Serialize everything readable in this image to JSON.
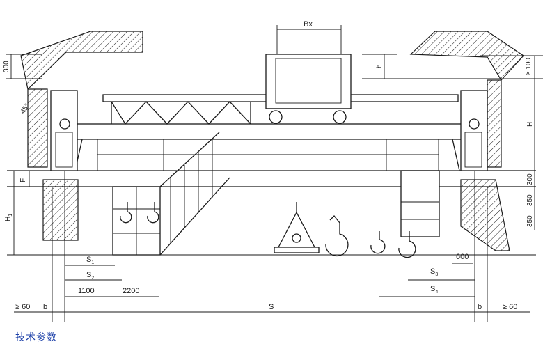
{
  "labels": {
    "bx": "Bx",
    "h_small": "h",
    "h_big": "H",
    "h1": "H",
    "h1_sub": "1",
    "f": "F",
    "s": "S",
    "s1": "S",
    "s1_sub": "1",
    "s2": "S",
    "s2_sub": "2",
    "s3": "S",
    "s3_sub": "3",
    "s4": "S",
    "s4_sub": "4",
    "b_left": "b",
    "b_right": "b",
    "angle": "45°"
  },
  "dimensions": {
    "d300_left": "300",
    "d100": "≥ 100",
    "d300_right": "300",
    "d350_a": "350",
    "d350_b": "350",
    "d600": "600",
    "d1100": "1100",
    "d2200": "2200",
    "d60_left": "≥ 60",
    "d60_right": "≥ 60"
  },
  "caption": "技术参数"
}
